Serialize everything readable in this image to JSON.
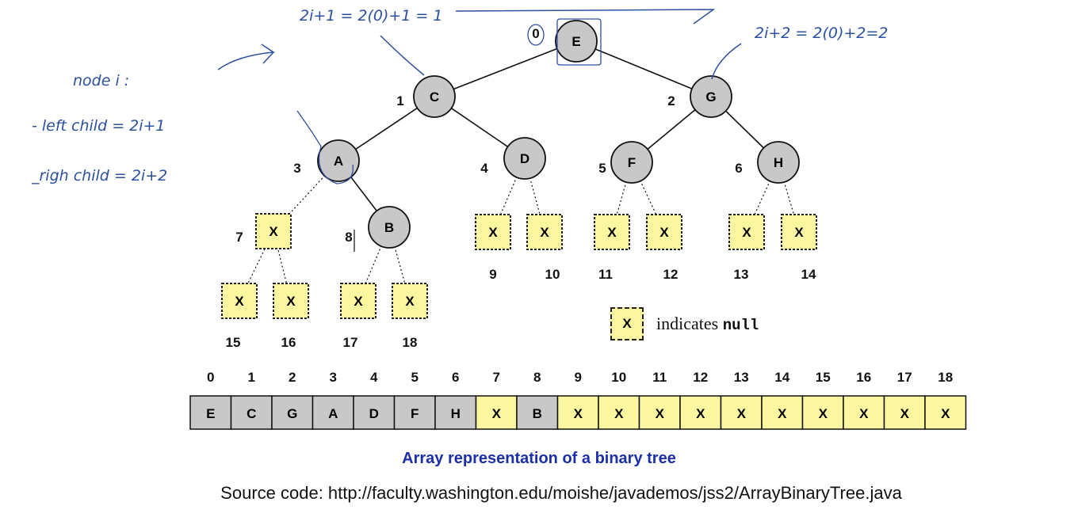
{
  "tree": {
    "nodes": [
      {
        "label": "E",
        "index": "0",
        "kind": "node"
      },
      {
        "label": "C",
        "index": "1",
        "kind": "node"
      },
      {
        "label": "G",
        "index": "2",
        "kind": "node"
      },
      {
        "label": "A",
        "index": "3",
        "kind": "node"
      },
      {
        "label": "D",
        "index": "4",
        "kind": "node"
      },
      {
        "label": "F",
        "index": "5",
        "kind": "node"
      },
      {
        "label": "H",
        "index": "6",
        "kind": "node"
      },
      {
        "label": "X",
        "index": "7",
        "kind": "null"
      },
      {
        "label": "B",
        "index": "8",
        "kind": "node"
      },
      {
        "label": "X",
        "index": "9",
        "kind": "null"
      },
      {
        "label": "X",
        "index": "10",
        "kind": "null"
      },
      {
        "label": "X",
        "index": "11",
        "kind": "null"
      },
      {
        "label": "X",
        "index": "12",
        "kind": "null"
      },
      {
        "label": "X",
        "index": "13",
        "kind": "null"
      },
      {
        "label": "X",
        "index": "14",
        "kind": "null"
      },
      {
        "label": "X",
        "index": "15",
        "kind": "null"
      },
      {
        "label": "X",
        "index": "16",
        "kind": "null"
      },
      {
        "label": "X",
        "index": "17",
        "kind": "null"
      },
      {
        "label": "X",
        "index": "18",
        "kind": "null"
      }
    ],
    "colors": {
      "node_fill": "#c8c8c8",
      "null_fill": "#fbf6a0",
      "edge": "#111111"
    }
  },
  "legend": {
    "box_label": "X",
    "text": "indicates",
    "code": "null"
  },
  "array": {
    "indices": [
      "0",
      "1",
      "2",
      "3",
      "4",
      "5",
      "6",
      "7",
      "8",
      "9",
      "10",
      "11",
      "12",
      "13",
      "14",
      "15",
      "16",
      "17",
      "18"
    ],
    "cells": [
      "E",
      "C",
      "G",
      "A",
      "D",
      "F",
      "H",
      "X",
      "B",
      "X",
      "X",
      "X",
      "X",
      "X",
      "X",
      "X",
      "X",
      "X",
      "X"
    ],
    "kinds": [
      "node",
      "node",
      "node",
      "node",
      "node",
      "node",
      "node",
      "null",
      "node",
      "null",
      "null",
      "null",
      "null",
      "null",
      "null",
      "null",
      "null",
      "null",
      "null"
    ]
  },
  "caption": "Array representation of a binary tree",
  "source": "Source code: http://faculty.washington.edu/moishe/javademos/jss2/ArrayBinaryTree.java",
  "annotations": {
    "top_formula": "2i+1 = 2(0)+1 = 1",
    "right_formula": "2i+2 = 2(0)+2=2",
    "node_i": "node i :",
    "left_child": "- left child = 2i+1",
    "right_child": "_righ child = 2i+2"
  }
}
